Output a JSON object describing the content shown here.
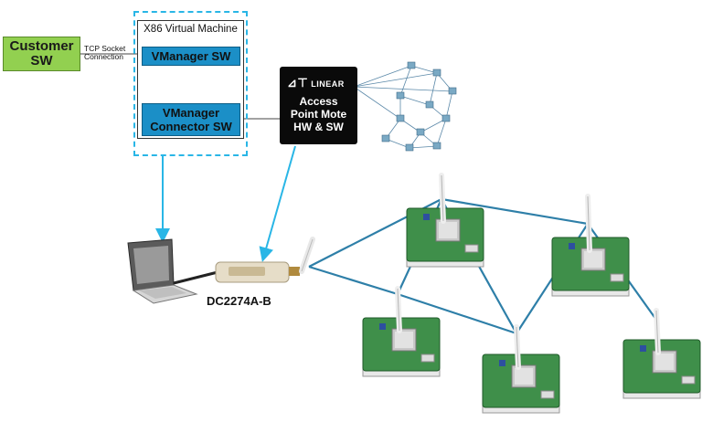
{
  "customer": {
    "label": "Customer SW"
  },
  "tcp_label": {
    "line1": "TCP Socket",
    "line2": "Connection"
  },
  "vm": {
    "title": "X86 Virtual Machine"
  },
  "vmanager": {
    "label": "VManager SW"
  },
  "connector": {
    "line1": "VManager",
    "line2": "Connector SW"
  },
  "access_point": {
    "logo": "LINEAR",
    "line1": "Access",
    "line2": "Point Mote",
    "line3": "HW & SW"
  },
  "dongle": {
    "label": "DC2274A-B"
  },
  "colors": {
    "arrow": "#29b6e6",
    "network_line": "#2e7fa8",
    "customer_fill": "#92d050",
    "box_fill": "#1b8fc7"
  }
}
